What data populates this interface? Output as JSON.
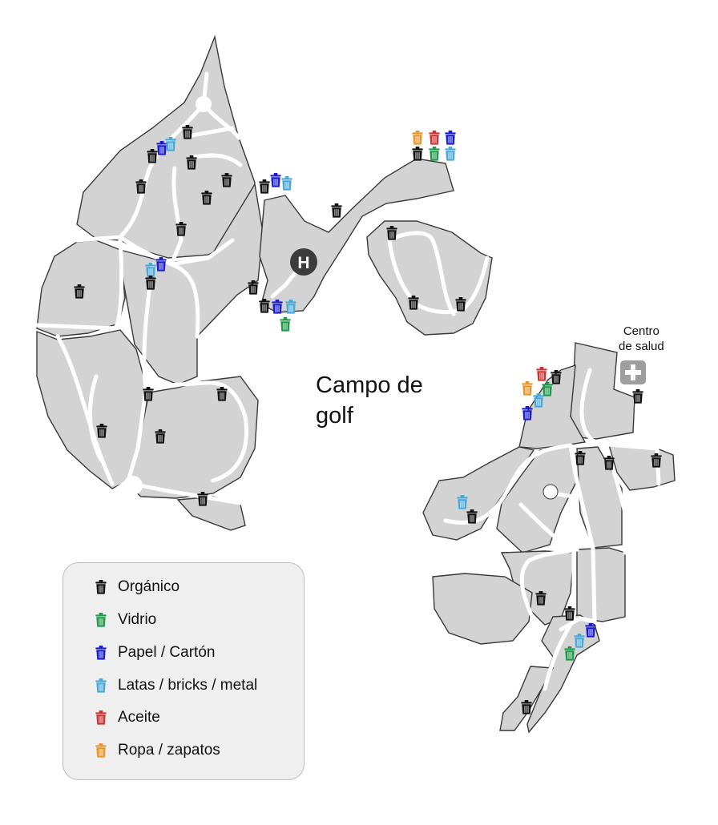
{
  "map": {
    "golf_label_line1": "Campo de",
    "golf_label_line2": "golf",
    "health_label_line1": "Centro",
    "health_label_line2": "de salud",
    "hospital_letter": "H",
    "colors": {
      "organico": "#111111",
      "vidrio": "#1f9a4a",
      "papel": "#1c1ccf",
      "latas": "#49a8d8",
      "aceite": "#cc3333",
      "ropa": "#e8962a",
      "land": "#d3d3d3",
      "outline": "#3a3a3a"
    }
  },
  "legend": {
    "items": [
      {
        "key": "organico",
        "label": "Orgánico",
        "color": "#111111"
      },
      {
        "key": "vidrio",
        "label": "Vidrio",
        "color": "#1f9a4a"
      },
      {
        "key": "papel",
        "label": "Papel / Cartón",
        "color": "#1c1ccf"
      },
      {
        "key": "latas",
        "label": "Latas / bricks / metal",
        "color": "#49a8d8"
      },
      {
        "key": "aceite",
        "label": "Aceite",
        "color": "#cc3333"
      },
      {
        "key": "ropa",
        "label": "Ropa / zapatos",
        "color": "#e8962a"
      }
    ]
  }
}
